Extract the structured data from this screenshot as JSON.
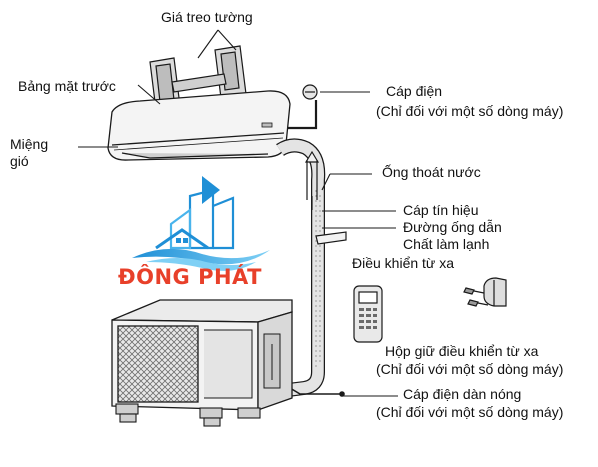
{
  "labels": {
    "wall_bracket": "Giá treo tường",
    "front_panel": "Bảng mặt trước",
    "air_outlet_line1": "Miệng",
    "air_outlet_line2": "gió",
    "power_cable": "Cáp điện",
    "power_cable_note": "(Chỉ đối với một số dòng máy)",
    "drain_pipe": "Ống thoát nước",
    "signal_cable": "Cáp tín hiệu",
    "refrigerant_line1": "Đường ống dẫn",
    "refrigerant_line2": "Chất làm lạnh",
    "remote": "Điều khiển từ xa",
    "remote_holder": "Hộp giữ điều khiển từ xa",
    "remote_holder_note": "(Chỉ đối với một số dòng máy)",
    "outdoor_cable": "Cáp điện dàn nóng",
    "outdoor_cable_note": "(Chỉ đối với một số dòng máy)"
  },
  "logo": {
    "text": "ĐÔNG PHÁT",
    "text_color": "#e8402a",
    "mark_color": "#1f8fd6"
  },
  "colors": {
    "line": "#1a1a1a",
    "fill_light": "#f2f2f2",
    "fill_mid": "#d6d6d6",
    "fill_dark": "#9a9a9a"
  }
}
